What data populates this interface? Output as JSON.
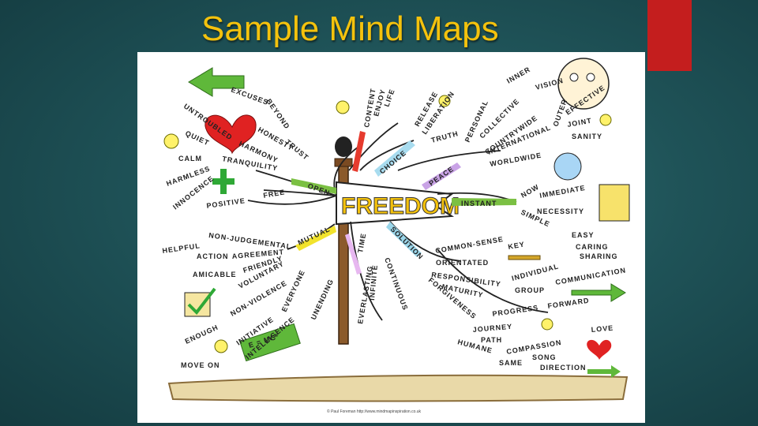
{
  "slide": {
    "title": "Sample Mind Maps",
    "accent_color": "#f4c20d",
    "tab_color": "#c41e1e"
  },
  "mindmap": {
    "center": "FREEDOM",
    "credit": "© Paul Foreman http://www.mindmapinspiration.co.uk",
    "words": {
      "excuses": "EXCUSES",
      "beyond": "BEYOND",
      "untroubled": "UNTROUBLED",
      "quiet": "QUIET",
      "calm": "CALM",
      "harmless": "HARMLESS",
      "innocence": "INNOCENCE",
      "positive": "POSITIVE",
      "free": "FREE",
      "honesty": "HONESTY",
      "trust": "TRUST",
      "harmony": "HARMONY",
      "tranquility": "TRANQUILITY",
      "open": "OPEN",
      "content": "CONTENT",
      "enjoy": "ENJOY",
      "life": "LIFE",
      "release": "RELEASE",
      "liberation": "LIBERATION",
      "truth": "TRUTH",
      "choice": "CHOICE",
      "peace": "PEACE",
      "inner": "INNER",
      "vision": "VISION",
      "personal": "PERSONAL",
      "collective": "COLLECTIVE",
      "countrywide": "COUNTRYWIDE",
      "international": "INTERNATIONAL",
      "worldwide": "WORLDWIDE",
      "outer": "OUTER",
      "effective": "EFFECTIVE",
      "joint": "JOINT",
      "sanity": "SANITY",
      "instant": "INSTANT",
      "now": "NOW",
      "immediate": "IMMEDIATE",
      "necessity": "NECESSITY",
      "simple": "SIMPLE",
      "easy": "EASY",
      "caring": "CARING",
      "sharing": "SHARING",
      "helpful": "HELPFUL",
      "non_judgemental": "NON-JUDGEMENTAL",
      "mutual": "MUTUAL",
      "action": "ACTION",
      "agreement": "AGREEMENT",
      "friendly": "FRIENDLY",
      "voluntary": "VOLUNTARY",
      "amicable": "AMICABLE",
      "non_violence": "NON-VIOLENCE",
      "everyone": "EVERYONE",
      "enough": "ENOUGH",
      "initiative": "INITIATIVE",
      "intelligence": "INTELLIGENCE",
      "formula": "E = MC²",
      "move_on": "MOVE ON",
      "unending": "UNENDING",
      "time": "TIME",
      "everlasting": "EVERLASTING",
      "infinite": "INFINITE",
      "continuous": "CONTINUOUS",
      "solution": "SOLUTION",
      "common_sense": "COMMON-SENSE",
      "key": "KEY",
      "orientated": "ORIENTATED",
      "individual": "INDIVIDUAL",
      "communication": "COMMUNICATION",
      "responsibility": "RESPONSIBILITY",
      "maturity": "MATURITY",
      "group": "GROUP",
      "forgiveness": "FORGIVENESS",
      "progress": "PROGRESS",
      "forward": "FORWARD",
      "journey": "JOURNEY",
      "path": "PATH",
      "love": "LOVE",
      "humane": "HUMANE",
      "compassion": "COMPASSION",
      "same": "SAME",
      "song": "SONG",
      "direction": "DIRECTION"
    }
  }
}
